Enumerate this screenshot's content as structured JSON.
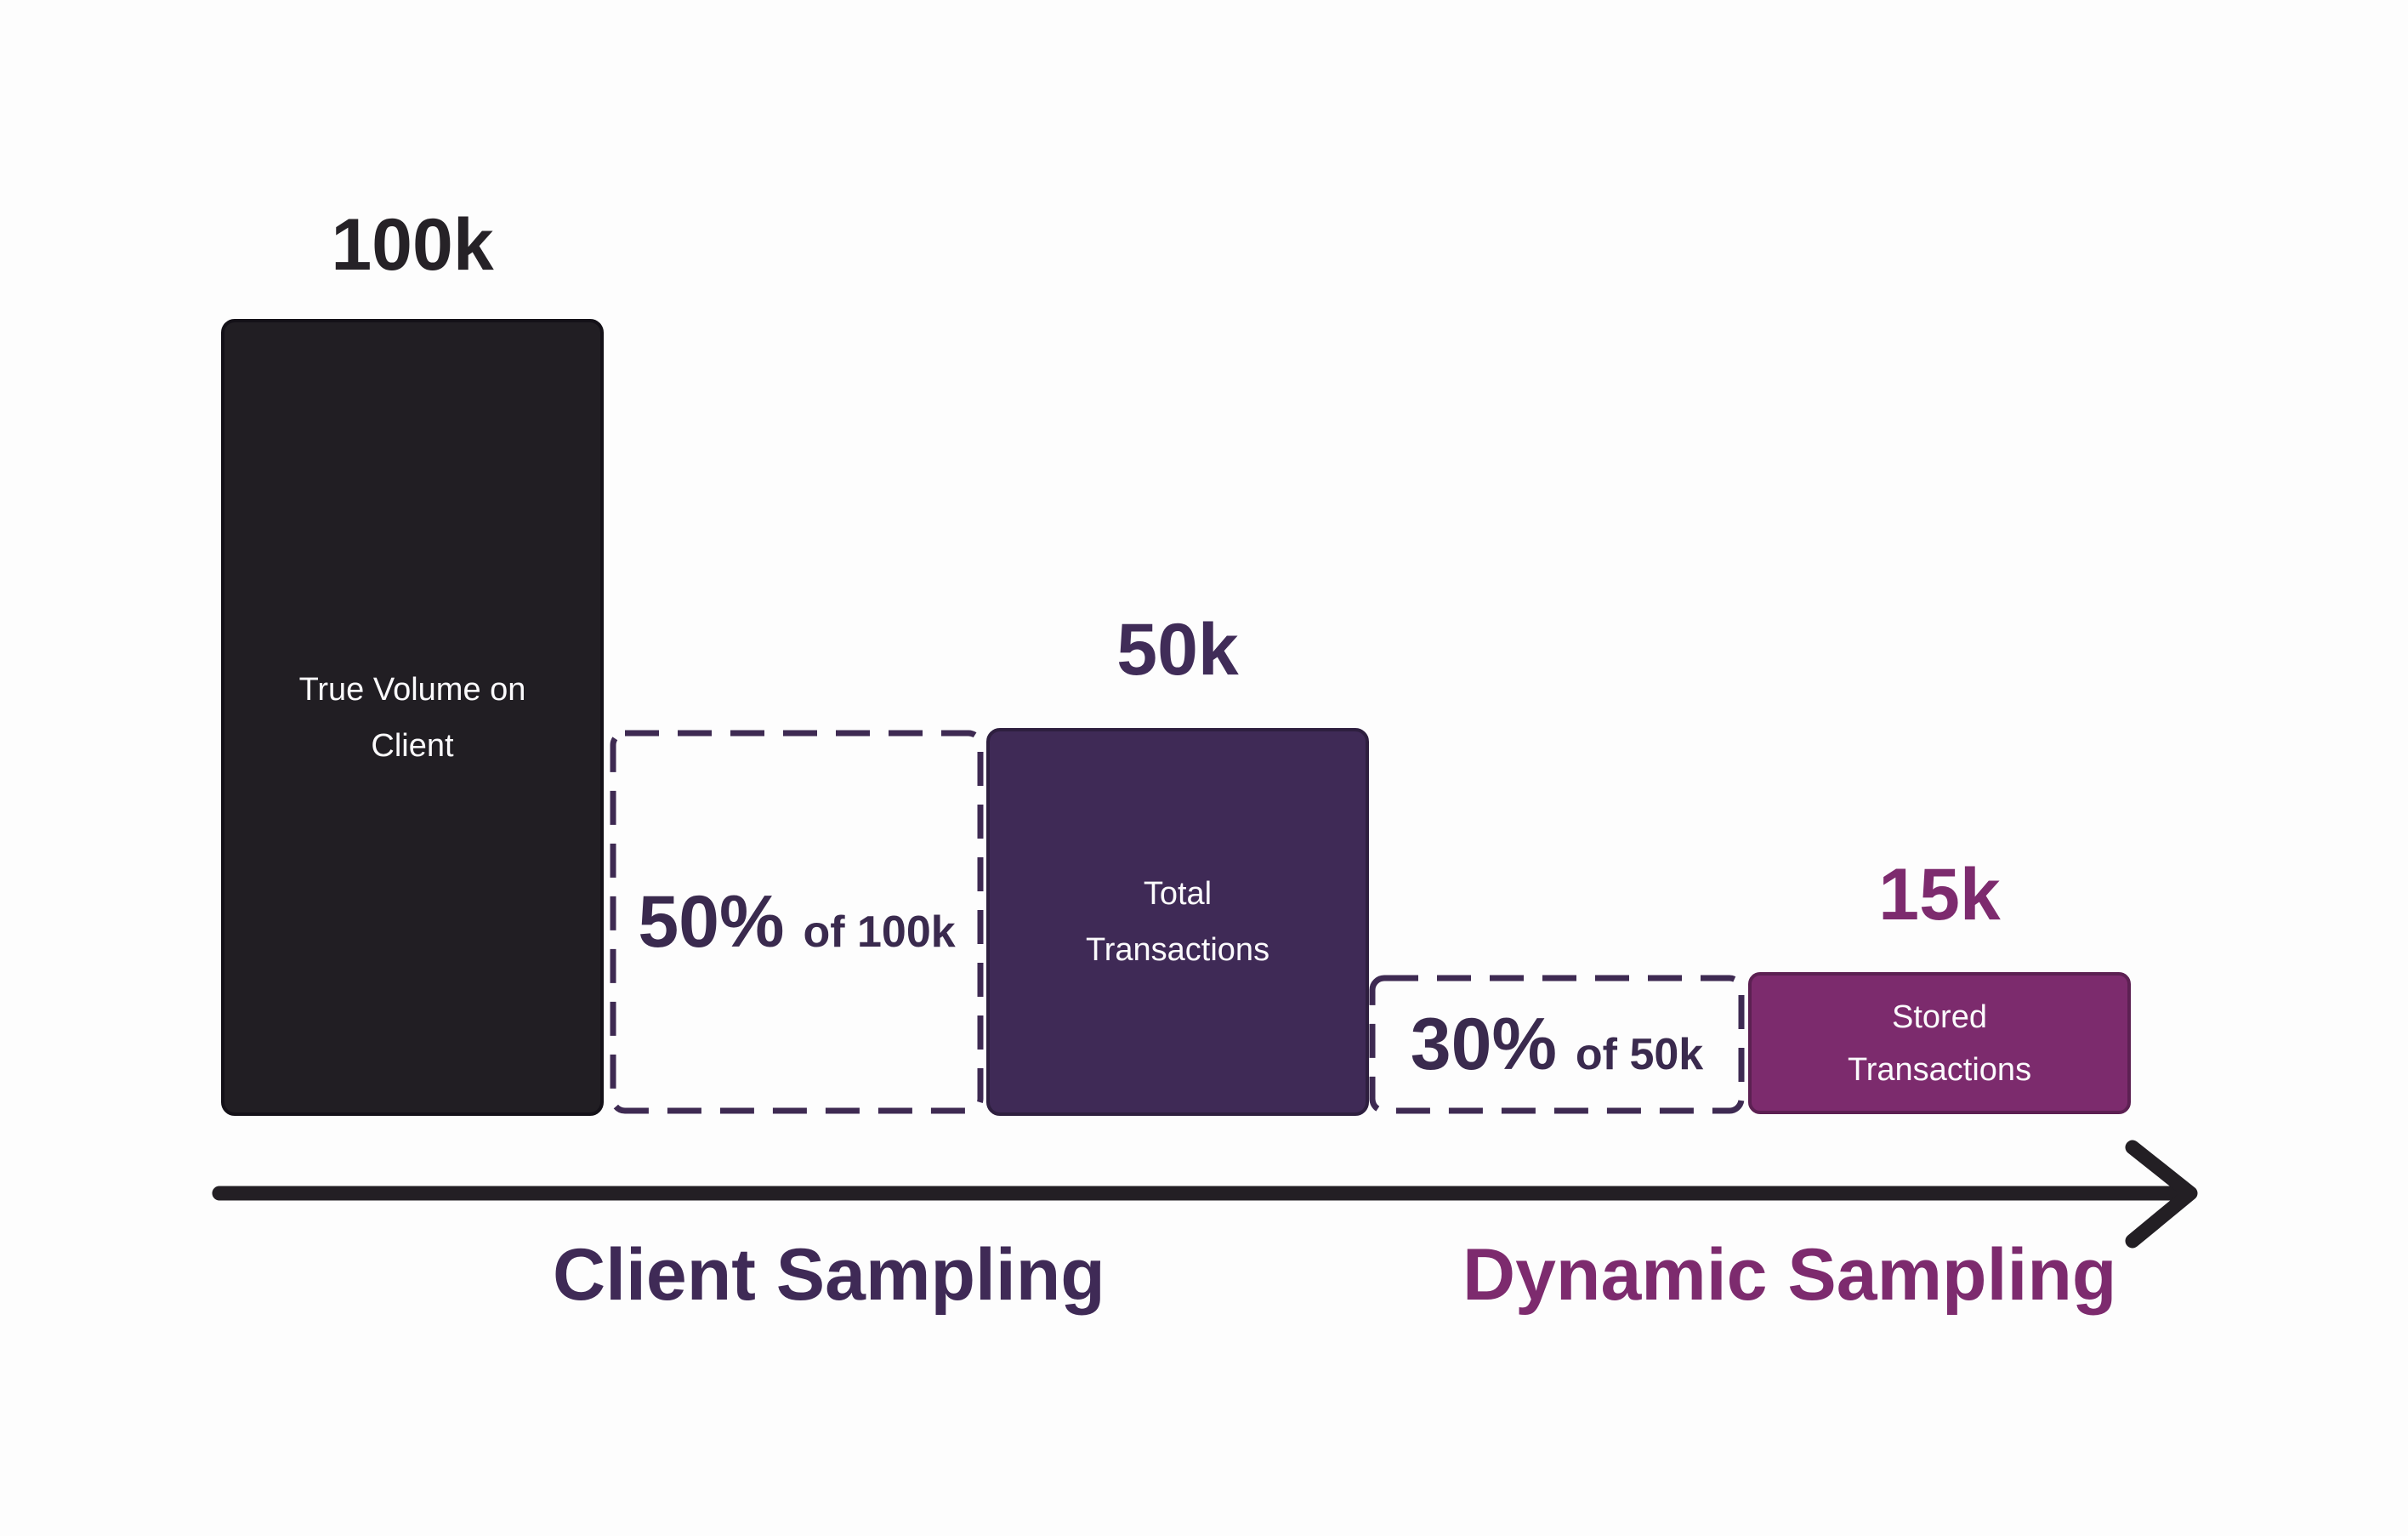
{
  "page": {
    "background_color": "#fdfdfd"
  },
  "colors": {
    "dark_bar": "#211e23",
    "violet_bar": "#3f2a56",
    "magenta_bar": "#7c2b6d",
    "magenta_bar_border": "#5c2052",
    "dashed_border": "#3e2a52",
    "dark_text": "#262227",
    "violet_text": "#402c58",
    "magenta_text": "#7d2b6e",
    "arrow": "#231f24",
    "bar_text": "#fbfafc"
  },
  "funnel": {
    "stage1": {
      "value": "100k",
      "line1": "True Volume on",
      "line2": "Client"
    },
    "drop1": {
      "pct": "50%",
      "of": "of 100k"
    },
    "stage2": {
      "value": "50k",
      "line1": "Total",
      "line2": "Transactions"
    },
    "drop2": {
      "pct": "30%",
      "of": "of 50k"
    },
    "stage3": {
      "value": "15k",
      "line1": "Stored",
      "line2": "Transactions"
    },
    "axis": {
      "left": "Client Sampling",
      "right": "Dynamic Sampling"
    }
  },
  "chart_data": {
    "type": "bar",
    "title": "",
    "stages": [
      {
        "label": "True Volume on Client",
        "display": "100k",
        "value": 100000
      },
      {
        "label": "Total Transactions",
        "display": "50k",
        "value": 50000,
        "step": "Client Sampling",
        "rate": "50% of 100k"
      },
      {
        "label": "Stored Transactions",
        "display": "15k",
        "value": 15000,
        "step": "Dynamic Sampling",
        "rate": "30% of 50k"
      }
    ]
  }
}
